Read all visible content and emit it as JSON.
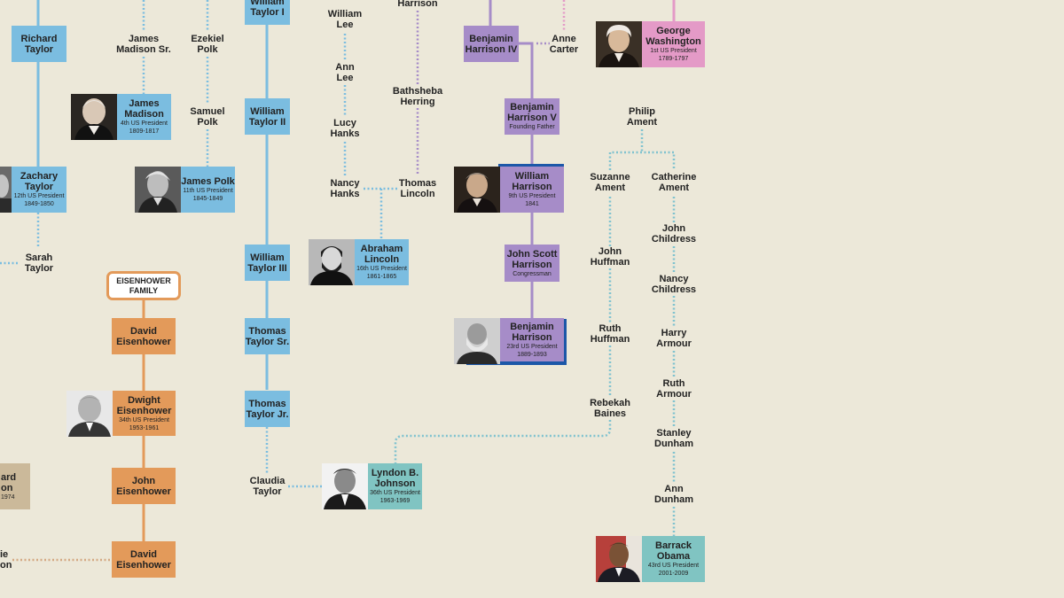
{
  "colors": {
    "background": "#ece8d9",
    "taylor_line": "#7bbde0",
    "harrison_line": "#a68cc8",
    "eisenhower_line": "#e39a5a",
    "johnson_line": "#80c4c2",
    "washington_line": "#e49ac7",
    "highlight": "#1c57a8"
  },
  "family_label": "EISENHOWER FAMILY",
  "people": {
    "richard_taylor": {
      "name": "Richard Taylor"
    },
    "zachary_taylor": {
      "name": "Zachary Taylor",
      "title": "12th US President",
      "years": "1849-1850"
    },
    "sarah_taylor": {
      "name": "Sarah Taylor"
    },
    "james_madison_sr": {
      "name": "James Madison Sr."
    },
    "james_madison": {
      "name": "James Madison",
      "title": "4th US President",
      "years": "1809-1817"
    },
    "ezekiel_polk": {
      "name": "Ezekiel Polk"
    },
    "samuel_polk": {
      "name": "Samuel Polk"
    },
    "james_polk": {
      "name": "James Polk",
      "title": "11th US President",
      "years": "1845-1849"
    },
    "william_taylor_i": {
      "name": "William Taylor I"
    },
    "william_taylor_ii": {
      "name": "William Taylor II"
    },
    "william_taylor_iii": {
      "name": "William Taylor III"
    },
    "thomas_taylor_sr": {
      "name": "Thomas Taylor Sr."
    },
    "thomas_taylor_jr": {
      "name": "Thomas Taylor Jr."
    },
    "claudia_taylor": {
      "name": "Claudia Taylor"
    },
    "william_lee": {
      "name": "William Lee"
    },
    "ann_lee": {
      "name": "Ann Lee"
    },
    "lucy_hanks": {
      "name": "Lucy Hanks"
    },
    "nancy_hanks": {
      "name": "Nancy Hanks"
    },
    "harrison_top": {
      "name": "Harrison"
    },
    "bathsheba_herring": {
      "name": "Bathsheba Herring"
    },
    "thomas_lincoln": {
      "name": "Thomas Lincoln"
    },
    "abraham_lincoln": {
      "name": "Abraham Lincoln",
      "title": "16th US President",
      "years": "1861-1865"
    },
    "lyndon_johnson": {
      "name": "Lyndon B. Johnson",
      "title": "36th US President",
      "years": "1963-1969"
    },
    "benjamin_harrison_iv": {
      "name": "Benjamin Harrison IV"
    },
    "anne_carter": {
      "name": "Anne Carter"
    },
    "benjamin_harrison_v": {
      "name": "Benjamin Harrison V",
      "title": "Founding Father"
    },
    "william_harrison": {
      "name": "William Harrison",
      "title": "9th US President",
      "years": "1841"
    },
    "john_scott_harrison": {
      "name": "John Scott Harrison",
      "title": "Congressman"
    },
    "benjamin_harrison": {
      "name": "Benjamin Harrison",
      "title": "23rd US President",
      "years": "1889-1893"
    },
    "george_washington": {
      "name": "George Washington",
      "title": "1st US President",
      "years": "1789-1797"
    },
    "philip_ament": {
      "name": "Philip Ament"
    },
    "suzanne_ament": {
      "name": "Suzanne Ament"
    },
    "catherine_ament": {
      "name": "Catherine Ament"
    },
    "john_huffman": {
      "name": "John Huffman"
    },
    "ruth_huffman": {
      "name": "Ruth Huffman"
    },
    "rebekah_baines": {
      "name": "Rebekah Baines"
    },
    "john_childress": {
      "name": "John Childress"
    },
    "nancy_childress": {
      "name": "Nancy Childress"
    },
    "harry_armour": {
      "name": "Harry Armour"
    },
    "ruth_armour": {
      "name": "Ruth Armour"
    },
    "stanley_dunham": {
      "name": "Stanley Dunham"
    },
    "ann_dunham": {
      "name": "Ann Dunham"
    },
    "barack_obama": {
      "name": "Barrack Obama",
      "title": "43rd US President",
      "years": "2001-2009"
    },
    "david_eisenhower_1": {
      "name": "David Eisenhower"
    },
    "dwight_eisenhower": {
      "name": "Dwight Eisenhower",
      "title": "34th US President",
      "years": "1953-1961"
    },
    "john_eisenhower": {
      "name": "John Eisenhower"
    },
    "david_eisenhower_2": {
      "name": "David Eisenhower"
    },
    "partial_left_1": {
      "name": "ard on",
      "years": "1974"
    },
    "partial_left_2": {
      "name": "ie on"
    }
  }
}
